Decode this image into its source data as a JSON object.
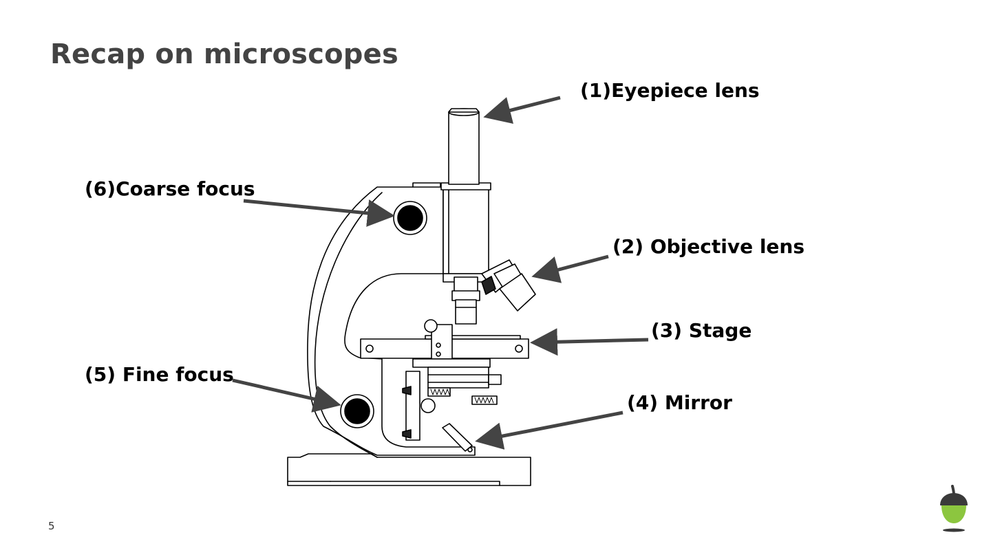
{
  "slide": {
    "title": "Recap on microscopes",
    "page_number": "5"
  },
  "labels": {
    "eyepiece": "(1)Eyepiece lens",
    "objective": "(2) Objective lens",
    "stage": "(3) Stage",
    "mirror": "(4) Mirror",
    "fine_focus": "(5) Fine focus",
    "coarse_focus": "(6)Coarse focus"
  },
  "colors": {
    "title": "#434343",
    "arrow": "#444444",
    "logo_green": "#8cc63f",
    "logo_dark": "#3a3a3a"
  },
  "icons": {
    "logo": "acorn-logo-icon"
  }
}
